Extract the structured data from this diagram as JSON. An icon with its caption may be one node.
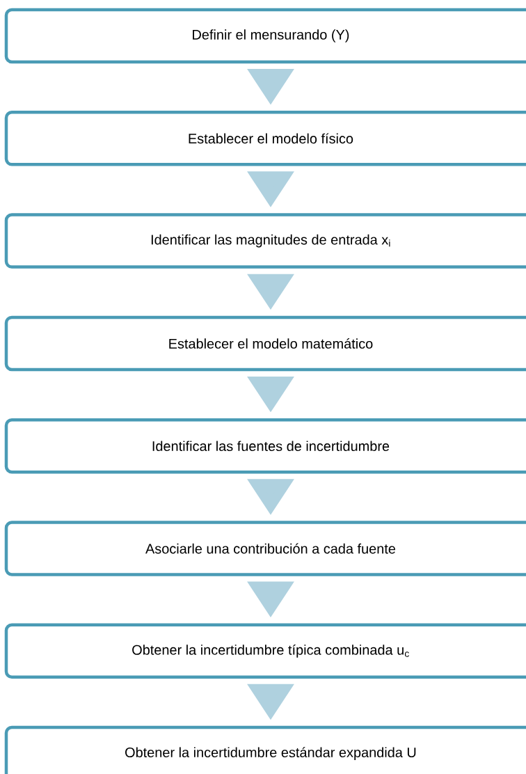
{
  "diagram": {
    "nodes": [
      {
        "text": [
          "Definir el mensurando (Y)"
        ]
      },
      {
        "text": [
          "Establecer el modelo físico"
        ]
      },
      {
        "text": [
          "Identificar las magnitudes de entrada x$_{i}$"
        ]
      },
      {
        "text": [
          "Establecer el modelo matemático"
        ]
      },
      {
        "text": [
          "Identificar las fuentes de incertidumbre"
        ]
      },
      {
        "text": [
          "Asociarle una contribución a cada fuente"
        ]
      },
      {
        "text": [
          "Obtener la incertidumbre  típica combinada u$_{c}$"
        ]
      },
      {
        "text": [
          "Obtener la incertidumbre estándar expandida U"
        ]
      }
    ],
    "edges": [
      {
        "from": 0,
        "to": 1,
        "arrow": "to"
      },
      {
        "from": 1,
        "to": 2,
        "arrow": "to"
      },
      {
        "from": 2,
        "to": 3,
        "arrow": "to"
      },
      {
        "from": 3,
        "to": 4,
        "arrow": "to"
      },
      {
        "from": 4,
        "to": 5,
        "arrow": "to"
      },
      {
        "from": 5,
        "to": 6,
        "arrow": "to"
      },
      {
        "from": 6,
        "to": 7,
        "arrow": "to"
      }
    ]
  }
}
